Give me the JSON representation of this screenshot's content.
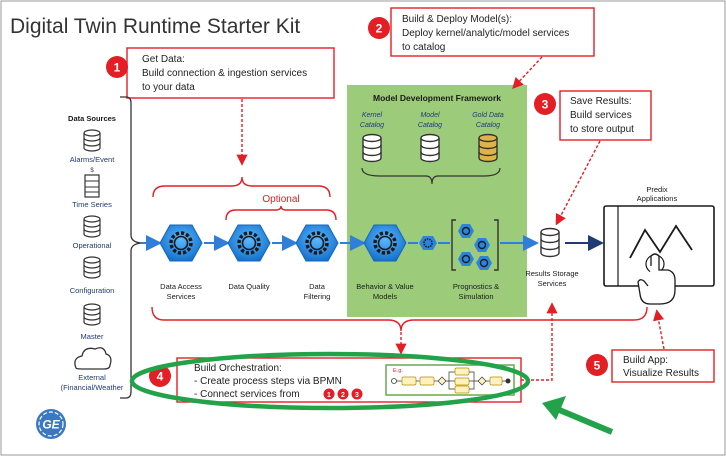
{
  "title": "Digital Twin Runtime Starter Kit",
  "colors": {
    "accent_red": "#e31e24",
    "hex_blue": "#1f8fe0",
    "flow_blue": "#2f7ed8",
    "framework_green": "#9ccc7a",
    "arrow_green": "#22a34a",
    "label_navy": "#1f3b73",
    "catalog_gold": "#e0b24a"
  },
  "steps": [
    {
      "number": "1",
      "title": "Get Data:",
      "lines": [
        "Build connection & ingestion services",
        "to your data"
      ]
    },
    {
      "number": "2",
      "title": "Build & Deploy Model(s):",
      "lines": [
        "Deploy kernel/analytic/model services",
        "to catalog"
      ]
    },
    {
      "number": "3",
      "title": "Save Results:",
      "lines": [
        "Build services",
        "to store output"
      ]
    },
    {
      "number": "4",
      "title": "Build Orchestration:",
      "lines": [
        "- Create process steps via BPMN",
        "- Connect services from"
      ]
    },
    {
      "number": "5",
      "title": "Build App:",
      "lines": [
        "Visualize Results"
      ]
    }
  ],
  "step4_refs": [
    "1",
    "2",
    "3"
  ],
  "data_sources": {
    "heading": "Data Sources",
    "items": [
      "Alarms/Event",
      "Time Series",
      "Operational",
      "Configuration",
      "Master",
      "External",
      "(Financial/Weather"
    ],
    "time_series_marker": "$"
  },
  "optional_label": "Optional",
  "framework": {
    "title": "Model Development Framework",
    "catalogs": [
      {
        "line1": "Kernel",
        "line2": "Catalog",
        "gold": false
      },
      {
        "line1": "Model",
        "line2": "Catalog",
        "gold": false
      },
      {
        "line1": "Gold Data",
        "line2": "Catalog",
        "gold": true
      }
    ]
  },
  "services": [
    {
      "line1": "Data Access",
      "line2": "Services"
    },
    {
      "line1": "Data Quality",
      "line2": ""
    },
    {
      "line1": "Data",
      "line2": "Filtering"
    },
    {
      "line1": "Behavior & Value",
      "line2": "Models"
    },
    {
      "line1": "Prognostics &",
      "line2": "Simulation"
    }
  ],
  "storage": {
    "line1": "Results Storage",
    "line2": "Services"
  },
  "predix": {
    "line1": "Predix",
    "line2": "Applications"
  },
  "bpmn_eg": "E.g.",
  "logo_text": "GE"
}
